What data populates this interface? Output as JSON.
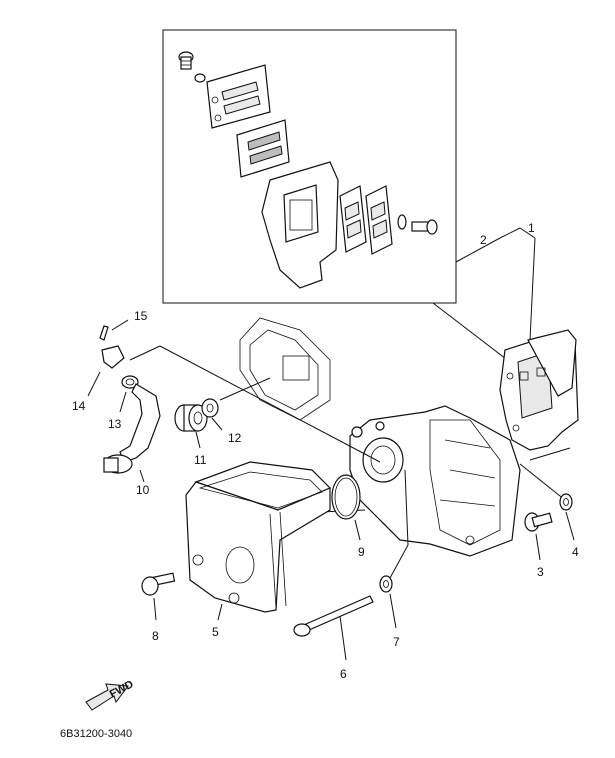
{
  "callouts": {
    "c1": "1",
    "c2": "2",
    "c3": "3",
    "c4": "4",
    "c5": "5",
    "c6": "6",
    "c7": "7",
    "c8": "8",
    "c9": "9",
    "c10": "10",
    "c11": "11",
    "c12": "12",
    "c13": "13",
    "c14": "14",
    "c15": "15"
  },
  "fwd_label": "FWD",
  "diagram_code": "6B31200-3040",
  "icons": {
    "forward_arrow": "fwd-arrow-icon"
  }
}
